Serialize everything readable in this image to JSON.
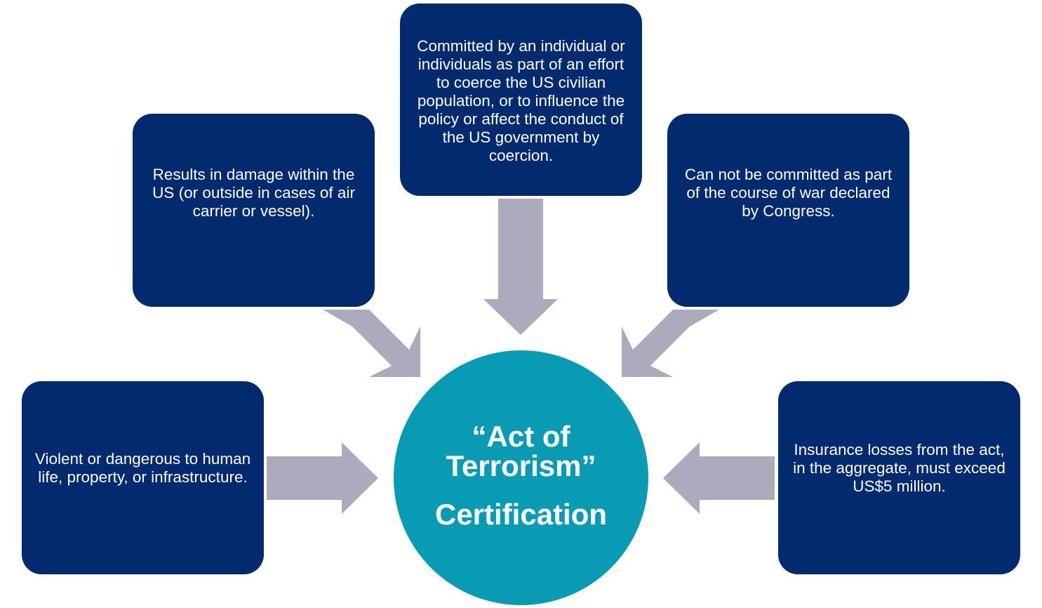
{
  "colors": {
    "box_fill": "#012a6f",
    "circle_fill": "#0a9bb4",
    "arrow_fill": "#acabbd",
    "text": "#ffffff"
  },
  "center": {
    "title": "“Act of Terrorism”",
    "subtitle": "Certification"
  },
  "criteria": {
    "top": "Committed by an individual or individuals as part of an effort to coerce the US civilian population, or to influence the policy or affect the conduct of the US government by coercion.",
    "upper_left": "Results in damage within the US (or outside in cases of air carrier or vessel).",
    "upper_right": "Can not be committed as part of the course of war declared by Congress.",
    "left": "Violent or dangerous to human life, property, or infrastructure.",
    "right": "Insurance losses from the act, in the aggregate, must exceed US$5 million."
  }
}
